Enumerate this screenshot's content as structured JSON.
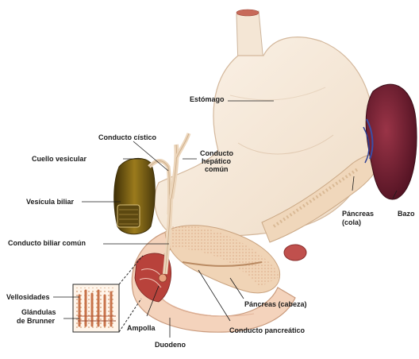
{
  "labels": {
    "estomago": "Estómago",
    "conducto_cistico": "Conducto cístico",
    "cuello_vesicular": "Cuello vesicular",
    "conducto_hepatico_l1": "Conducto",
    "conducto_hepatico_l2": "hepático",
    "conducto_hepatico_l3": "común",
    "vesicula_biliar": "Vesícula biliar",
    "pancreas_cola_l1": "Páncreas",
    "pancreas_cola_l2": "(cola)",
    "bazo": "Bazo",
    "conducto_biliar_comun": "Conducto biliar común",
    "vellosidades": "Vellosidades",
    "glandulas_l1": "Glándulas",
    "glandulas_l2": "de Brunner",
    "pancreas_cabeza": "Páncreas (cabeza)",
    "ampolla": "Ampolla",
    "conducto_pancreatico": "Conducto pancreático",
    "duodeno": "Duodeno"
  },
  "colors": {
    "stomach_fill": "#f7ebdc",
    "stomach_outline": "#d9bfa6",
    "spleen": "#6b1f2c",
    "gallbladder": "#8a6a14",
    "pancreas": "#f2d9bd",
    "duodenum": "#f5d6c1",
    "leader_line": "#1b1b1b"
  }
}
